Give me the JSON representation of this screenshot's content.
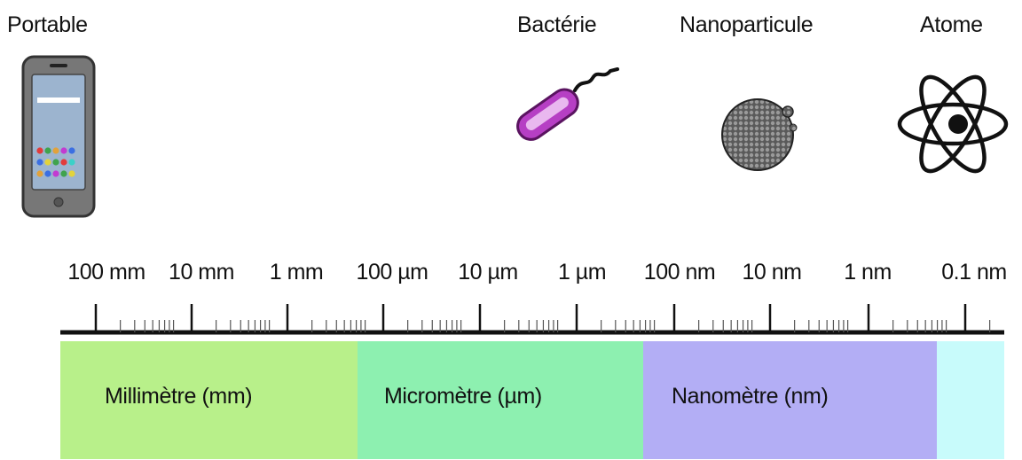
{
  "objects": [
    {
      "label": "Portable",
      "icon": "phone-icon"
    },
    {
      "label": "Bactérie",
      "icon": "bacteria-icon"
    },
    {
      "label": "Nanoparticule",
      "icon": "nanoparticle-icon"
    },
    {
      "label": "Atome",
      "icon": "atom-icon"
    }
  ],
  "scale": {
    "ticks": [
      "100 mm",
      "10 mm",
      "1 mm",
      "100 µm",
      "10 µm",
      "1 µm",
      "100 nm",
      "10 nm",
      "1 nm",
      "0.1 nm"
    ],
    "bands": [
      {
        "label": "Millimètre (mm)",
        "color": "#b8f08a"
      },
      {
        "label": "Micromètre (µm)",
        "color": "#8df0b0"
      },
      {
        "label": "Nanomètre (nm)",
        "color": "#b3aef5"
      },
      {
        "label": "",
        "color": "#c8fbfb"
      }
    ]
  },
  "colors": {
    "bacteria": "#b63fc4",
    "phone_body": "#777777",
    "phone_screen": "#9cb4cf"
  }
}
